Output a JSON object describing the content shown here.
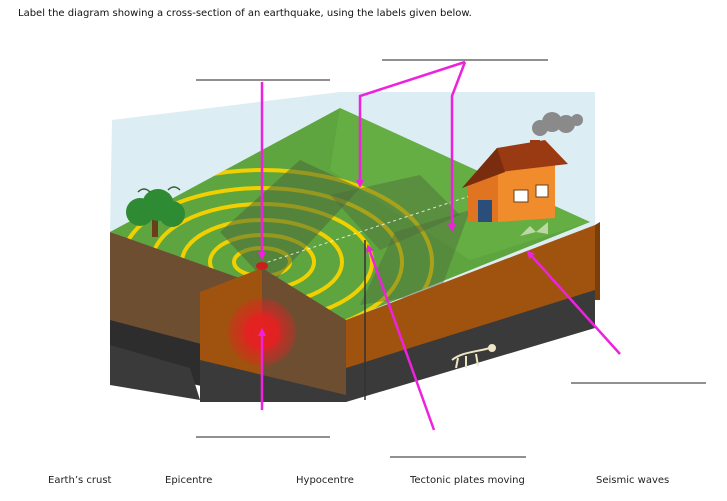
{
  "instruction": "Label the diagram showing a cross-section of an earthquake, using the labels given below.",
  "word_bank": [
    "Earth’s crust",
    "Epicentre",
    "Hypocentre",
    "Tectonic plates moving",
    "Seismic waves"
  ],
  "colors": {
    "arrow": "#ee22dd",
    "grass": "#5ea53f",
    "rings": "#f2d000",
    "soil": "#a0530e",
    "soil_dark": "#6d4e31",
    "rock": "#3a3a3a",
    "sky": "#dceef3",
    "house_wall": "#f08c2c",
    "house_roof": "#9a3a12",
    "focus": "#e42222"
  }
}
